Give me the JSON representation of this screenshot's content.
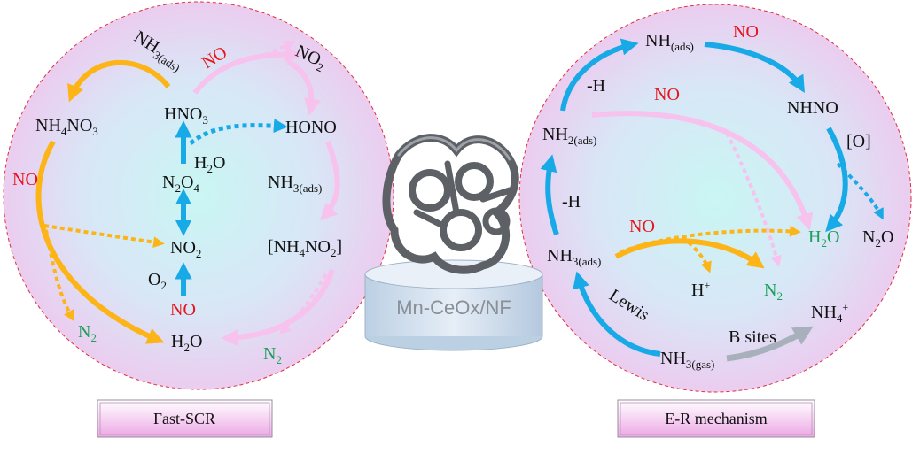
{
  "colors": {
    "orange": "#fcb417",
    "pink": "#f7c2ee",
    "blue": "#18a9e7",
    "gray": "#a8b1bb",
    "red_text": "#e8141b",
    "green_text": "#19a05a"
  },
  "left_panel": {
    "title": "Fast-SCR",
    "nh3_ads": {
      "main": "NH",
      "sub": "3(ads)"
    },
    "no_top": "NO",
    "no2_top": {
      "main": "NO",
      "sub": "2"
    },
    "nh4no3": {
      "p1": "NH",
      "s1": "4",
      "p2": "NO",
      "s2": "3"
    },
    "hno3": {
      "main": "HNO",
      "sub": "3"
    },
    "hono": "HONO",
    "no_left": "NO",
    "h2o_mid": {
      "p1": "H",
      "s1": "2",
      "p2": "O"
    },
    "n2o4": {
      "p1": "N",
      "s1": "2",
      "p2": "O",
      "s2": "4"
    },
    "nh3_ads_right": {
      "main": "NH",
      "sub": "3(ads)"
    },
    "no2_mid": {
      "main": "NO",
      "sub": "2"
    },
    "nh4no2": {
      "p1": "[NH",
      "s1": "4",
      "p2": "NO",
      "s2": "2",
      "p3": "]"
    },
    "o2": {
      "main": "O",
      "sub": "2"
    },
    "no_bottom": "NO",
    "n2_left": {
      "main": "N",
      "sub": "2"
    },
    "h2o_bottom": {
      "p1": "H",
      "s1": "2",
      "p2": "O"
    },
    "n2_right": {
      "main": "N",
      "sub": "2"
    }
  },
  "center": {
    "catalyst_label": "Mn-CeOx/NF"
  },
  "right_panel": {
    "title": "E-R mechanism",
    "nh_ads": {
      "main": "NH",
      "sub": "(ads)"
    },
    "no_top": "NO",
    "minus_h_top": "-H",
    "no_mid": "NO",
    "nhno": "NHNO",
    "nh2_ads": {
      "main": "NH",
      "sub": "2(ads)"
    },
    "o_bracket": "[O]",
    "minus_h_mid": "-H",
    "no_lower": "NO",
    "h2o": {
      "p1": "H",
      "s1": "2",
      "p2": "O"
    },
    "n2o": {
      "p1": "N",
      "s1": "2",
      "p2": "O"
    },
    "nh3_ads": {
      "main": "NH",
      "sub": "3(ads)"
    },
    "h_plus": {
      "main": "H",
      "sup": "+"
    },
    "n2": {
      "main": "N",
      "sub": "2"
    },
    "lewis": "Lewis",
    "nh4_plus": {
      "main": "NH",
      "sub": "4",
      "sup": "+"
    },
    "b_sites": "B sites",
    "nh3_gas": {
      "main": "NH",
      "sub": "3(gas)"
    }
  }
}
